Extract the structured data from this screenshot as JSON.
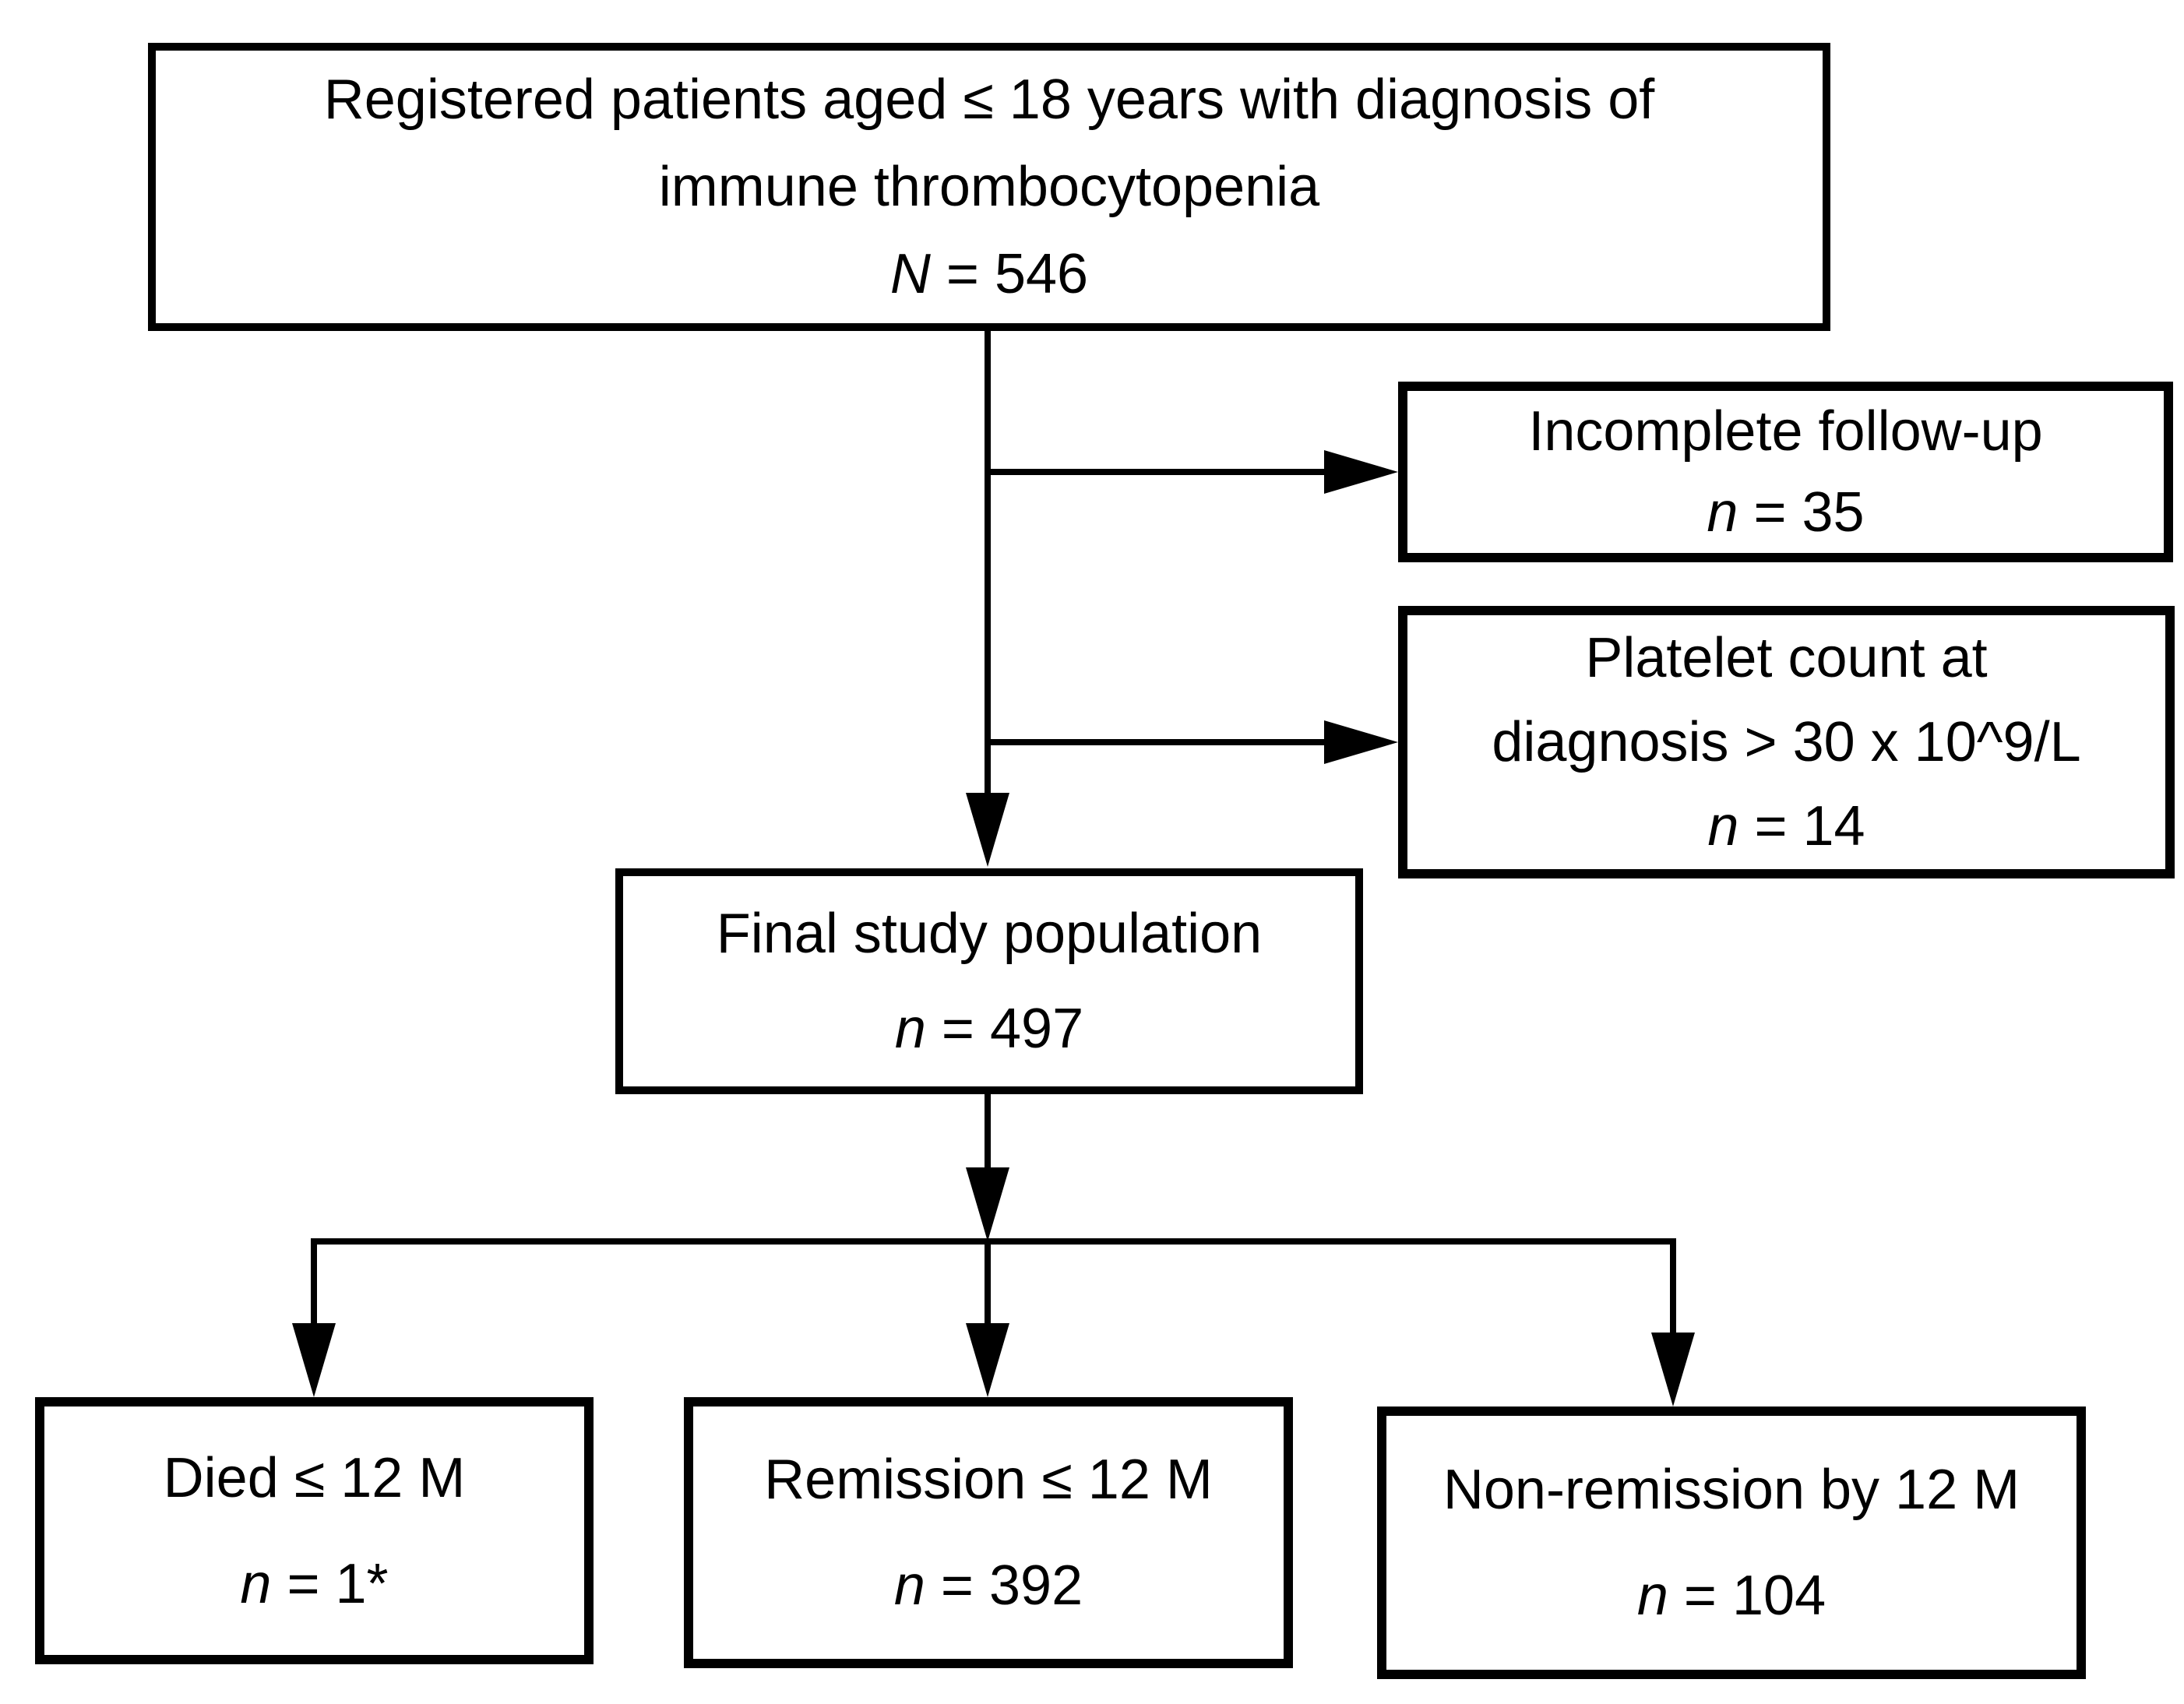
{
  "colors": {
    "background": "#ffffff",
    "line": "#000000",
    "text": "#000000"
  },
  "nodes": {
    "registered": {
      "line1": "Registered patients aged ≤ 18 years with diagnosis of",
      "line2": "immune thrombocytopenia",
      "n_symbol": "N",
      "n_rest": " = 546"
    },
    "incomplete": {
      "line1": "Incomplete follow-up",
      "n_symbol": "n",
      "n_rest": " = 35"
    },
    "platelet": {
      "line1": "Platelet count at",
      "line2": "diagnosis > 30 x 10^9/L",
      "n_symbol": "n",
      "n_rest": " = 14"
    },
    "final": {
      "line1": "Final study population",
      "n_symbol": "n",
      "n_rest": " = 497"
    },
    "died": {
      "line1": "Died ≤ 12 M",
      "n_symbol": "n",
      "n_rest": " = 1*"
    },
    "remission": {
      "line1": "Remission ≤ 12 M",
      "n_symbol": "n",
      "n_rest": " = 392"
    },
    "nonremission": {
      "line1": "Non-remission by 12 M",
      "n_symbol": "n",
      "n_rest": " = 104"
    }
  }
}
